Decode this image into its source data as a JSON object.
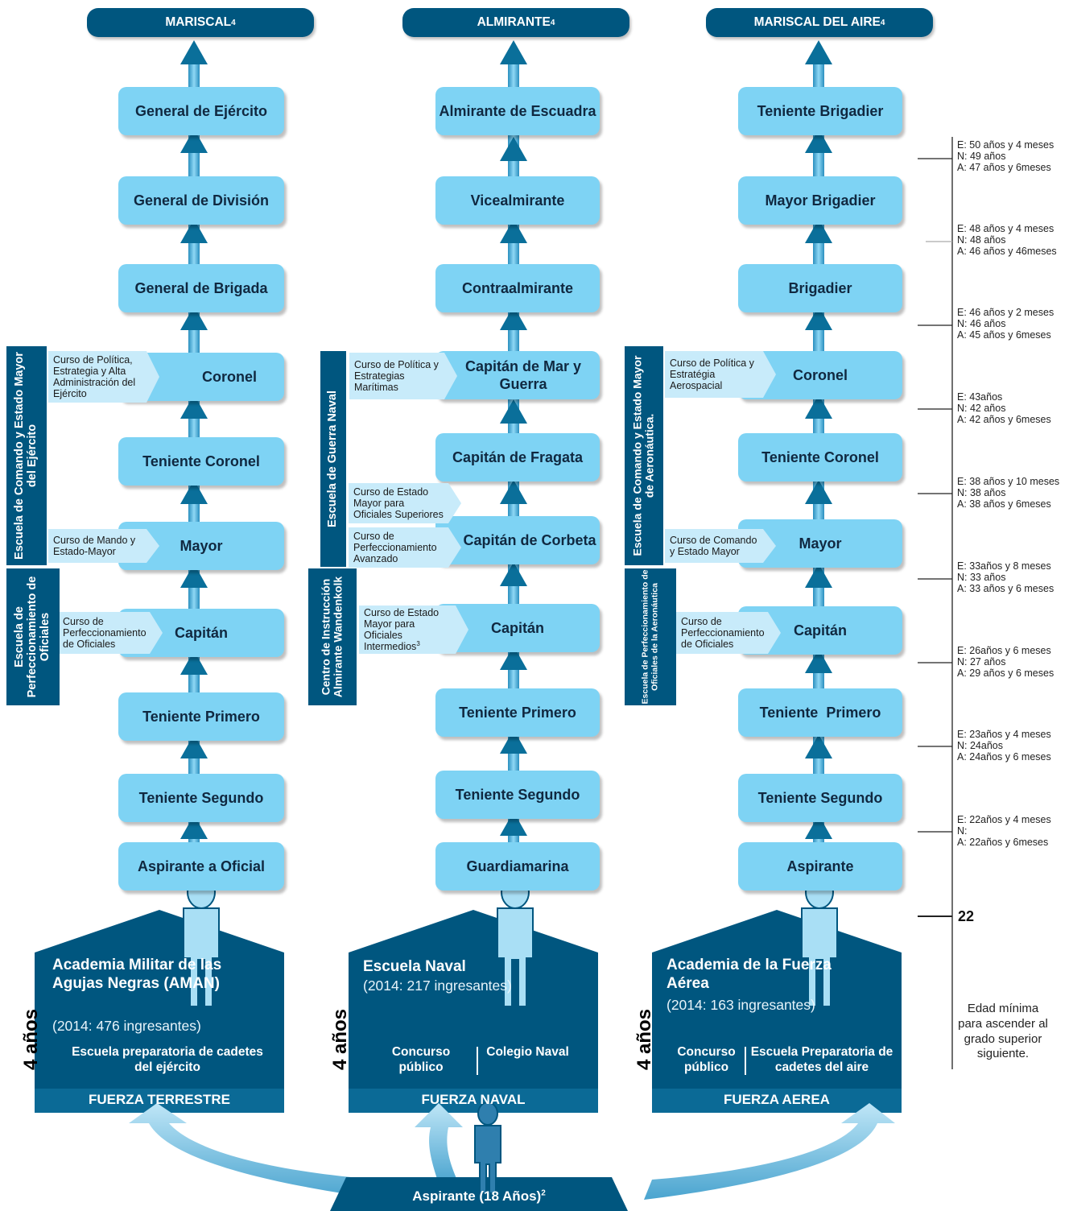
{
  "top_ranks": {
    "army": "MARISCAL",
    "navy": "ALMIRANTE",
    "air": "MARISCAL DEL AIRE",
    "footnote_mark": "4"
  },
  "army": {
    "ranks": [
      "General de Ejército",
      "General de División",
      "General de Brigada",
      "Coronel",
      "Teniente Coronel",
      "Mayor",
      "Capitán",
      "Teniente Primero",
      "Teniente Segundo",
      "Aspirante a Oficial"
    ],
    "courses": {
      "coronel": "Curso de Política, Estrategia y Alta Administración del Ejército",
      "mayor": "Curso de Mando y Estado-Mayor",
      "capitan": "Curso de Perfeccionamiento de Oficiales"
    },
    "schools": {
      "upper": "Escuela de Comando y Estado Mayor del Ejército",
      "lower": "Escuela de Perfeccionamiento de Oficiales"
    },
    "academy": {
      "name": "Academia Militar de las Agujas Negras (AMAN)",
      "count": "(2014: 476  ingresantes)",
      "prep": "Escuela preparatoria de cadetes del ejército",
      "footer": "FUERZA TERRESTRE"
    }
  },
  "navy": {
    "ranks": [
      "Almirante de Escuadra",
      "Vicealmirante",
      "Contraalmirante",
      "Capitán de Mar y Guerra",
      "Capitán de Fragata",
      "Capitán de Corbeta",
      "Capitán",
      "Teniente Primero",
      "Teniente Segundo",
      "Guardiamarina"
    ],
    "courses": {
      "mar_guerra": "Curso de Política y Estrategias Marítimas",
      "estado_mayor_sup": "Curso de Estado Mayor para Oficiales Superiores",
      "perf_avanzado": "Curso de Perfeccionamiento Avanzado",
      "estado_mayor_int": "Curso de Estado Mayor para Oficiales Intermedios",
      "estado_mayor_int_mark": "3"
    },
    "schools": {
      "upper": "Escuela de Guerra Naval",
      "lower": "Centro de Instrucción Almirante Wandenkolk"
    },
    "academy": {
      "name": "Escuela Naval",
      "count": "(2014: 217 ingresantes)",
      "prep_left": "Concurso público",
      "prep_right": "Colegio Naval",
      "footer": "FUERZA NAVAL"
    }
  },
  "air": {
    "ranks": [
      "Teniente Brigadier",
      "Mayor Brigadier",
      "Brigadier",
      "Coronel",
      "Teniente Coronel",
      "Mayor",
      "Capitán",
      "Teniente  Primero",
      "Teniente Segundo",
      "Aspirante"
    ],
    "courses": {
      "coronel": "Curso de Política y Estratégia Aerospacial",
      "mayor": "Curso de Comando y Estado Mayor",
      "capitan": "Curso de Perfeccionamiento de Oficiales"
    },
    "schools": {
      "upper": "Escuela de Comando y Estado Mayor de Aeronáutica.",
      "lower": "Escuela de Perfeccionamiento de Oficiales de la Aeronáutica"
    },
    "academy": {
      "name": "Academia de la Fuerza Aérea",
      "count": "(2014: 163  ingresantes)",
      "prep_left": "Concurso público",
      "prep_right": "Escuela Preparatoria de cadetes del aire",
      "footer": "FUERZA AEREA"
    }
  },
  "duration": "4 años",
  "age_notes": [
    "E: 50 años y 4 meses\nN: 49 años\nA: 47 años y 6meses",
    "E: 48 años y 4 meses\nN: 48 años\nA: 46 años y 46meses",
    "E: 46 años y 2 meses\nN: 46 años\nA: 45 años y 6meses",
    "E: 43años\nN: 42 años\nA: 42 años y 6meses",
    "E: 38 años y 10 meses\nN: 38 años\nA: 38 años y 6meses",
    "E: 33años y 8 meses\nN: 33 años\nA: 33 años y 6 meses",
    "E: 26años y 6 meses\nN: 27 años\nA: 29 años y 6 meses",
    "E: 23años y 4 meses\nN: 24años\nA: 24años y 6 meses",
    "E: 22años y 4 meses\nN:\nA: 22años y 6meses"
  ],
  "age_min": "22",
  "age_caption": "Edad mínima para ascender al grado superior siguiente.",
  "aspirant": {
    "label": "Aspirante (18 Años)",
    "mark": "2"
  },
  "colors": {
    "dark_blue": "#00567f",
    "rank_fill": "#7ed3f4",
    "course_fill": "#c8ebfa",
    "arrow": "#0a6f9a"
  }
}
